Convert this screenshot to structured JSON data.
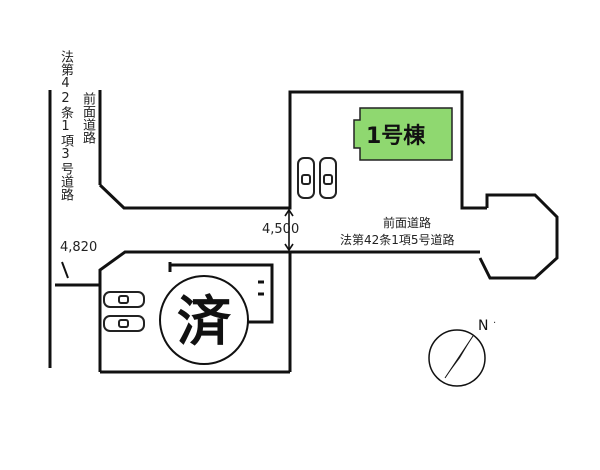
{
  "left_road": {
    "label_col1": "法第42条1項3号道路",
    "label_col2": "前面道路",
    "width": "4,820"
  },
  "front_road": {
    "label1": "前面道路",
    "label2": "法第42条1項5号道路",
    "width": "4,500"
  },
  "lot1": {
    "label": "1号棟",
    "label_color": "#8fd870"
  },
  "lot_sold": {
    "stamp": "済"
  },
  "compass": {
    "north": "N"
  }
}
